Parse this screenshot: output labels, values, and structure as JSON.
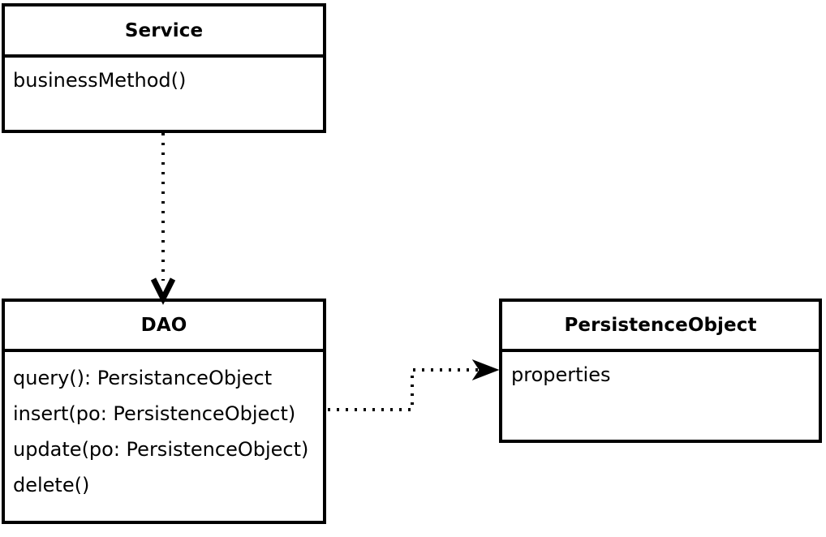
{
  "diagram": {
    "type": "uml-class-diagram",
    "background_color": "#ffffff",
    "stroke_color": "#000000",
    "classes": [
      {
        "id": "service",
        "name": "Service",
        "members": [
          "businessMethod()"
        ]
      },
      {
        "id": "dao",
        "name": "DAO",
        "members": [
          "query(): PersistanceObject",
          "insert(po: PersistenceObject)",
          "update(po: PersistenceObject)",
          "delete()"
        ]
      },
      {
        "id": "persistence-object",
        "name": "PersistenceObject",
        "members": [
          "properties"
        ]
      }
    ],
    "connectors": [
      {
        "id": "service-to-dao",
        "from": "service",
        "to": "dao",
        "style": "dashed",
        "arrow": "open",
        "relation": "dependency"
      },
      {
        "id": "dao-to-persistence-object",
        "from": "dao",
        "to": "persistence-object",
        "style": "dashed",
        "arrow": "filled",
        "relation": "dependency"
      }
    ]
  }
}
